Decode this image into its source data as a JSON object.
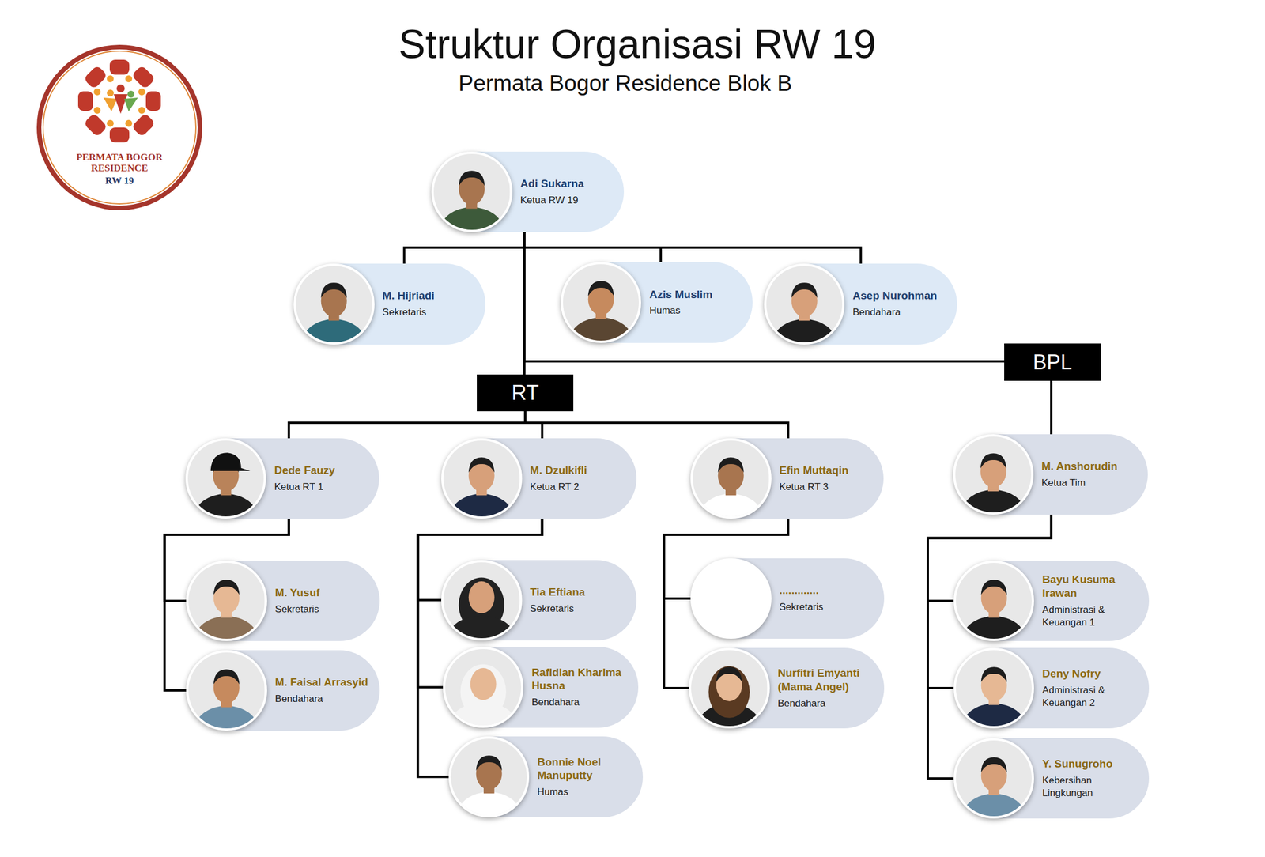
{
  "diagram": {
    "title": "Struktur Organisasi RW 19",
    "nodes": [
      {
        "text": [
          "Adi Sukarna",
          "Ketua RW 19"
        ]
      },
      {
        "text": [
          "M. Hijriadi",
          "Sekretaris"
        ]
      },
      {
        "text": [
          "Azis Muslim",
          "Humas"
        ]
      },
      {
        "text": [
          "Asep Nurohman",
          "Bendahara"
        ]
      },
      {
        "text": [
          "RT"
        ]
      },
      {
        "text": [
          "BPL"
        ]
      },
      {
        "text": [
          "Dede Fauzy",
          "Ketua RT 1"
        ]
      },
      {
        "text": [
          "M. Dzulkifli",
          "Ketua RT 2"
        ]
      },
      {
        "text": [
          "Efin Muttaqin",
          "Ketua RT 3"
        ]
      },
      {
        "text": [
          "M. Anshorudin",
          "Ketua Tim"
        ]
      },
      {
        "text": [
          "M. Yusuf",
          "Sekretaris"
        ]
      },
      {
        "text": [
          "M. Faisal Arrasyid",
          "Bendahara"
        ]
      },
      {
        "text": [
          "Tia Eftiana",
          "Sekretaris"
        ]
      },
      {
        "text": [
          "Rafidian Kharima Husna",
          "Bendahara"
        ]
      },
      {
        "text": [
          "Bonnie Noel Manuputty",
          "Humas"
        ]
      },
      {
        "text": [
          ".............",
          "Sekretaris"
        ]
      },
      {
        "text": [
          "Nurfitri Emyanti (Mama Angel)",
          "Bendahara"
        ]
      },
      {
        "text": [
          "Bayu Kusuma Irawan",
          "Administrasi & Keuangan 1"
        ]
      },
      {
        "text": [
          "Deny Nofry",
          "Administrasi & Keuangan 2"
        ]
      },
      {
        "text": [
          "Y. Sunugroho",
          "Kebersihan Lingkungan"
        ]
      }
    ],
    "edges": [
      {
        "from": 0,
        "to": 1,
        "arrow": "none"
      },
      {
        "from": 0,
        "to": 2,
        "arrow": "none"
      },
      {
        "from": 0,
        "to": 3,
        "arrow": "none"
      },
      {
        "from": 0,
        "to": 4,
        "arrow": "none"
      },
      {
        "from": 0,
        "to": 5,
        "arrow": "none"
      },
      {
        "from": 4,
        "to": 6,
        "arrow": "none"
      },
      {
        "from": 4,
        "to": 7,
        "arrow": "none"
      },
      {
        "from": 4,
        "to": 8,
        "arrow": "none"
      },
      {
        "from": 5,
        "to": 9,
        "arrow": "none"
      },
      {
        "from": 6,
        "to": 10,
        "arrow": "none"
      },
      {
        "from": 6,
        "to": 11,
        "arrow": "none"
      },
      {
        "from": 7,
        "to": 12,
        "arrow": "none"
      },
      {
        "from": 7,
        "to": 13,
        "arrow": "none"
      },
      {
        "from": 7,
        "to": 14,
        "arrow": "none"
      },
      {
        "from": 8,
        "to": 15,
        "arrow": "none"
      },
      {
        "from": 8,
        "to": 16,
        "arrow": "none"
      },
      {
        "from": 9,
        "to": 17,
        "arrow": "none"
      },
      {
        "from": 9,
        "to": 18,
        "arrow": "none"
      },
      {
        "from": 9,
        "to": 19,
        "arrow": "none"
      }
    ],
    "labels": [
      "Permata Bogor Residence Blok B",
      "PERMATA BOGOR RESIDENCE",
      "RW 19"
    ]
  }
}
